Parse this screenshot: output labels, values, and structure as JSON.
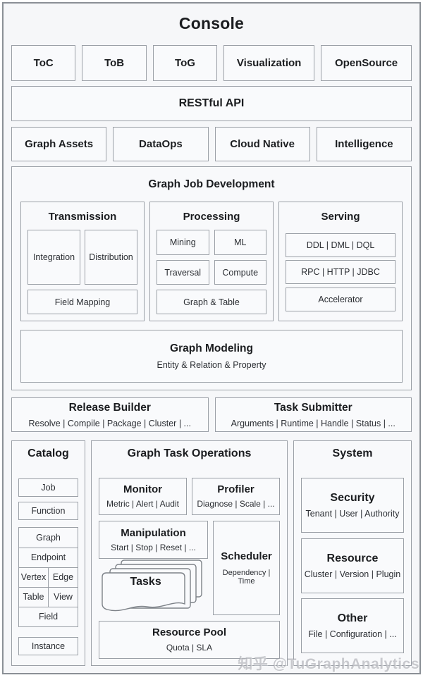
{
  "title": "Console",
  "watermark": "知乎 @TuGraphAnalytics",
  "colors": {
    "page_bg": "#f6f7f9",
    "box_bg": "#f9fafc",
    "border": "#9ba0a7",
    "frame_border": "#8b9096",
    "title_text": "#1b1d20",
    "body_text": "#2b2e33",
    "watermark_text": "#9ea1a8"
  },
  "products": [
    "ToC",
    "ToB",
    "ToG",
    "Visualization",
    "OpenSource"
  ],
  "restful_api": "RESTful API",
  "assets": [
    "Graph Assets",
    "DataOps",
    "Cloud Native",
    "Intelligence"
  ],
  "gjd": {
    "title": "Graph Job Development",
    "transmission": {
      "title": "Transmission",
      "pair": [
        "Integration",
        "Distribution"
      ],
      "bottom": "Field Mapping"
    },
    "processing": {
      "title": "Processing",
      "grid": [
        "Mining",
        "ML",
        "Traversal",
        "Compute"
      ],
      "bottom": "Graph & Table"
    },
    "serving": {
      "title": "Serving",
      "items": [
        "DDL | DML | DQL",
        "RPC | HTTP | JDBC",
        "Accelerator"
      ]
    },
    "graph_modeling": {
      "title": "Graph Modeling",
      "subtitle": "Entity & Relation & Property"
    }
  },
  "pipeline": [
    {
      "title": "Release Builder",
      "subtitle": "Resolve | Compile | Package | Cluster | ..."
    },
    {
      "title": "Task Submitter",
      "subtitle": "Arguments | Runtime | Handle | Status | ..."
    }
  ],
  "catalog": {
    "title": "Catalog",
    "top_items": [
      "Job",
      "Function"
    ],
    "group_rows": [
      [
        "Graph"
      ],
      [
        "Endpoint"
      ],
      [
        "Vertex",
        "Edge"
      ],
      [
        "Table",
        "View"
      ],
      [
        "Field"
      ]
    ],
    "bottom_item": "Instance"
  },
  "operations": {
    "title": "Graph Task Operations",
    "monitor": {
      "title": "Monitor",
      "subtitle": "Metric | Alert | Audit"
    },
    "profiler": {
      "title": "Profiler",
      "subtitle": "Diagnose | Scale | ..."
    },
    "manipulation": {
      "title": "Manipulation",
      "subtitle": "Start | Stop | Reset | ..."
    },
    "scheduler": {
      "title": "Scheduler",
      "subtitle": "Dependency | Time"
    },
    "tasks": {
      "title": "Tasks"
    },
    "resource_pool": {
      "title": "Resource Pool",
      "subtitle": "Quota | SLA"
    }
  },
  "system": {
    "title": "System",
    "sections": [
      {
        "title": "Security",
        "subtitle": "Tenant | User | Authority"
      },
      {
        "title": "Resource",
        "subtitle": "Cluster | Version | Plugin"
      },
      {
        "title": "Other",
        "subtitle": "File | Configuration | ..."
      }
    ]
  }
}
